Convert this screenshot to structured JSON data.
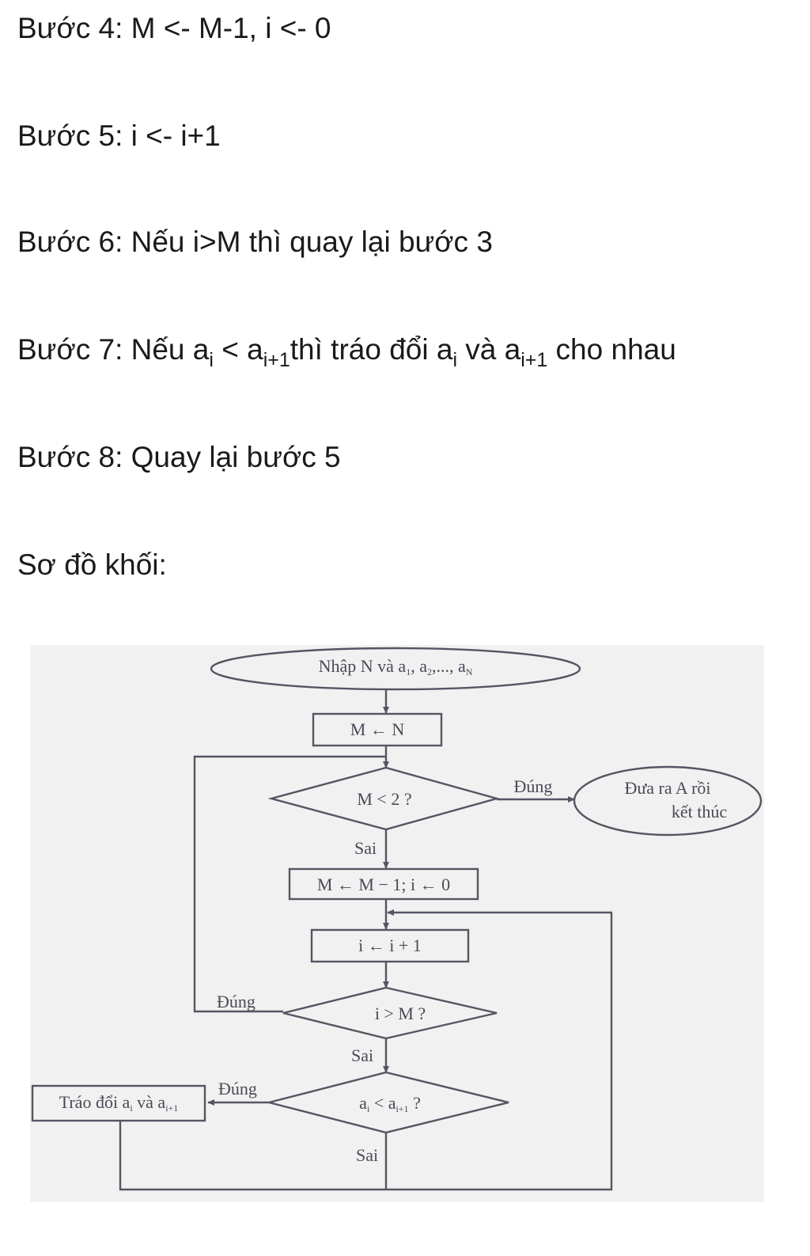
{
  "steps": [
    {
      "text": "Bước 4: M <- M-1, i <- 0"
    },
    {
      "text": "Bước 5: i <- i+1"
    },
    {
      "text": "Bước 6: Nếu i>M thì quay lại bước 3"
    },
    {
      "prefix": "Bước 7: Nếu a",
      "sub1": "i",
      "mid1": " < a",
      "sub2": "i+1",
      "mid2": "thì tráo đổi  a",
      "sub3": "i",
      "mid3": " và a",
      "sub4": "i+1",
      "suffix": " cho nhau"
    },
    {
      "text": "Bước 8: Quay lại bước 5"
    }
  ],
  "flowchart_heading": "Sơ đồ khối:",
  "flowchart": {
    "input": {
      "text": "Nhập N và a",
      "s1": "1",
      "t2": ", a",
      "s2": "2",
      "t3": ",..., a",
      "s3": "N"
    },
    "init": "M ← N",
    "cond1": "M < 2 ?",
    "cond1_true": "Đúng",
    "output_line1": "Đưa ra A rồi",
    "output_line2": "kết thúc",
    "cond1_false": "Sai",
    "step_decrement": "M ← M − 1; i ← 0",
    "step_increment": "i ← i + 1",
    "cond2": "i > M ?",
    "cond2_true": "Đúng",
    "cond2_false": "Sai",
    "cond3": {
      "a": "a",
      "s1": "i",
      "lt": " < a",
      "s2": "i+1",
      "q": " ?"
    },
    "cond3_true": "Đúng",
    "swap": {
      "text": "Tráo đổi a",
      "s1": "i",
      "mid": " và a",
      "s2": "i+1"
    },
    "cond3_false": "Sai"
  }
}
